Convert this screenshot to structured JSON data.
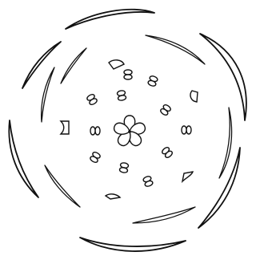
{
  "diagram": {
    "outer_whorl_count": 6,
    "inner_whorl_count": 6,
    "small_organ_count": 16,
    "central_lobes": 5
  }
}
